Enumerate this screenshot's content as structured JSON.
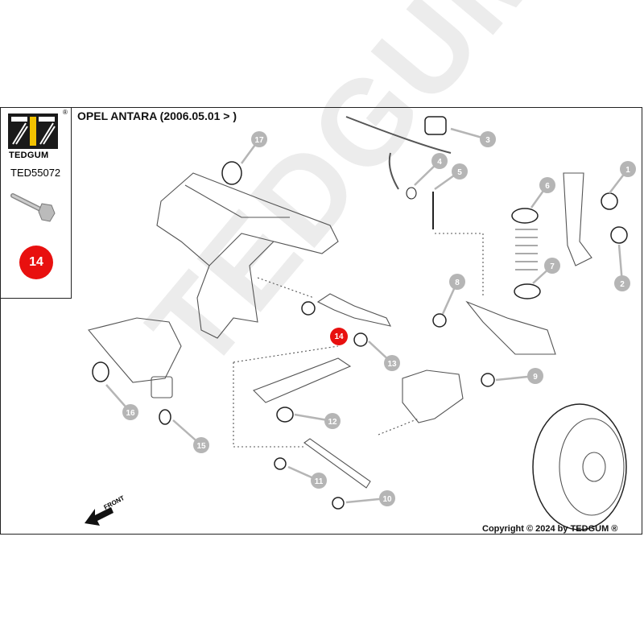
{
  "brand": {
    "name": "TEDGUM",
    "registered": "®",
    "colors": {
      "logo_bg": "#1a1a1a",
      "logo_accent": "#f2c200"
    }
  },
  "part_number": "TED55072",
  "part_position": "14",
  "title": "OPEL ANTARA (2006.05.01 > )",
  "front_label": "FRONT",
  "copyright": "Copyright © 2024 by TEDGUM ®",
  "watermark": "TEDGUM",
  "callouts": [
    "1",
    "2",
    "3",
    "4",
    "5",
    "6",
    "7",
    "8",
    "9",
    "10",
    "11",
    "12",
    "13",
    "15",
    "16",
    "17"
  ],
  "highlight_callout": "14",
  "colors": {
    "highlight": "#e8100f",
    "callout": "#b5b5b5"
  }
}
